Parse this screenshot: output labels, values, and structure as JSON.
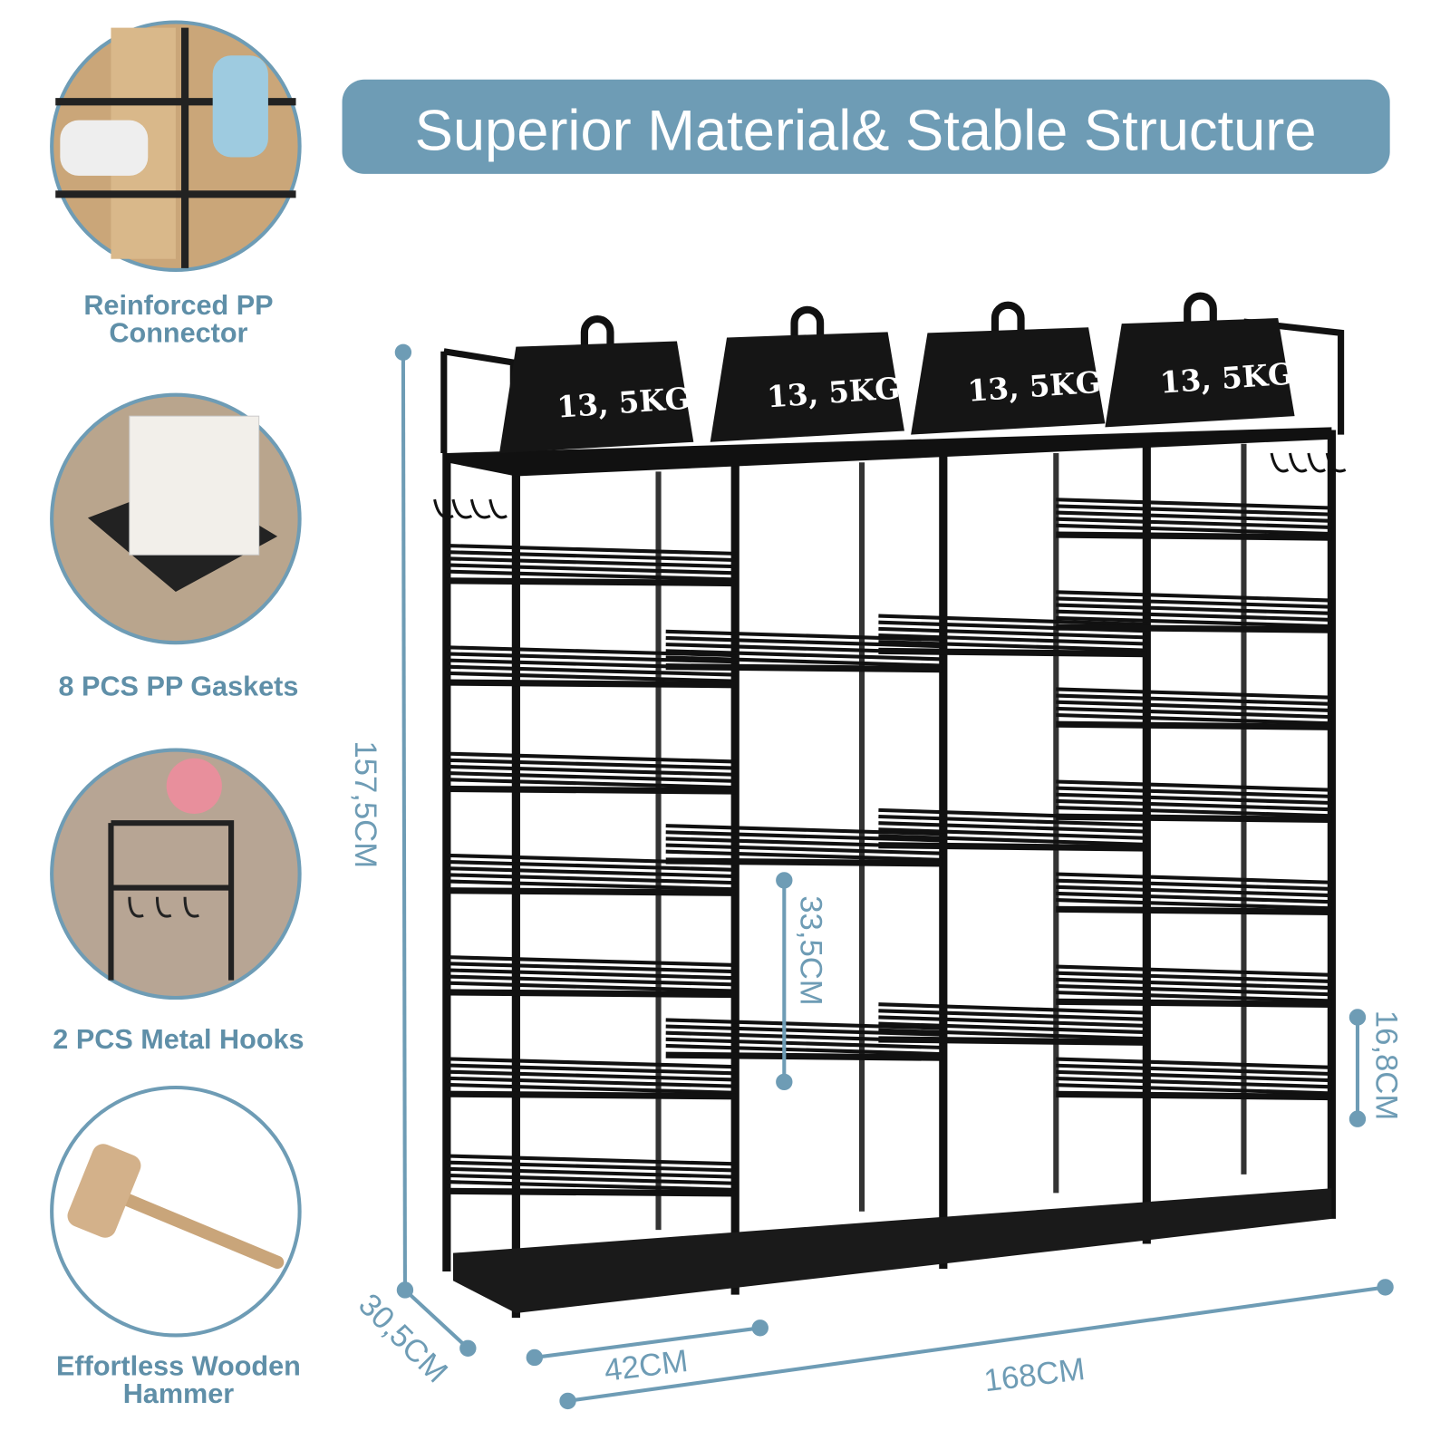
{
  "title": "Superior Material& Stable Structure",
  "features": [
    {
      "line1": "Reinforced PP",
      "line2": "Connector"
    },
    {
      "line1": "8 PCS PP Gaskets",
      "line2": ""
    },
    {
      "line1": "2 PCS  Metal Hooks",
      "line2": ""
    },
    {
      "line1": "Effortless Wooden",
      "line2": "Hammer"
    }
  ],
  "weights": [
    "13, 5KG",
    "13, 5KG",
    "13, 5KG",
    "13, 5KG"
  ],
  "dimensions": {
    "height": "157,5CM",
    "depth": "30,5CM",
    "column_width": "42CM",
    "total_width": "168CM",
    "tall_gap": "33,5CM",
    "shelf_gap": "16,8CM"
  },
  "colors": {
    "accent": "#6e9cb5",
    "text": "#5f8fa8",
    "frame": "#111111"
  }
}
